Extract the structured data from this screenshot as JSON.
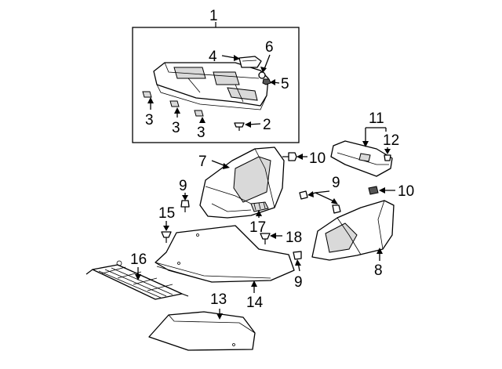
{
  "callouts": {
    "c1": "1",
    "c2": "2",
    "c3a": "3",
    "c3b": "3",
    "c3c": "3",
    "c4": "4",
    "c5": "5",
    "c6": "6",
    "c7": "7",
    "c8": "8",
    "c9a": "9",
    "c9b": "9",
    "c9c": "9",
    "c10a": "10",
    "c10b": "10",
    "c11": "11",
    "c12": "12",
    "c13": "13",
    "c14": "14",
    "c15": "15",
    "c16": "16",
    "c17": "17",
    "c18": "18"
  },
  "colors": {
    "line": "#000000",
    "background": "#ffffff",
    "shade": "#d9d9d9"
  }
}
